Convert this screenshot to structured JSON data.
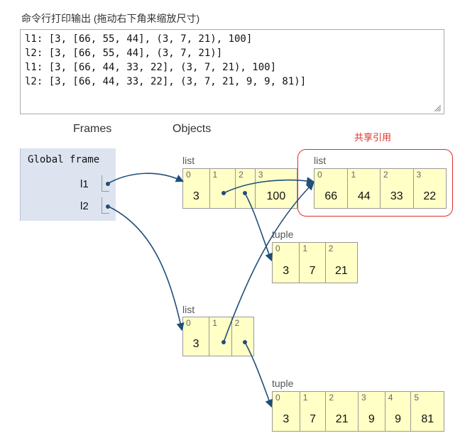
{
  "output": {
    "title": "命令行打印输出 (拖动右下角来缩放尺寸)",
    "lines": [
      "l1: [3, [66, 55, 44], (3, 7, 21), 100]",
      "l2: [3, [66, 55, 44], (3, 7, 21)]",
      "l1: [3, [66, 44, 33, 22], (3, 7, 21), 100]",
      "l2: [3, [66, 44, 33, 22], (3, 7, 21, 9, 9, 81)]"
    ]
  },
  "headers": {
    "frames": "Frames",
    "objects": "Objects"
  },
  "global_frame": {
    "title": "Global frame",
    "vars": [
      {
        "name": "l1"
      },
      {
        "name": "l2"
      }
    ]
  },
  "shared_note": "共享引用",
  "objects": {
    "list_l1": {
      "label": "list",
      "cells": [
        {
          "idx": "0",
          "val": "3"
        },
        {
          "idx": "1",
          "val": ""
        },
        {
          "idx": "2",
          "val": ""
        },
        {
          "idx": "3",
          "val": "100"
        }
      ]
    },
    "shared_list": {
      "label": "list",
      "cells": [
        {
          "idx": "0",
          "val": "66"
        },
        {
          "idx": "1",
          "val": "44"
        },
        {
          "idx": "2",
          "val": "33"
        },
        {
          "idx": "3",
          "val": "22"
        }
      ]
    },
    "tuple_small": {
      "label": "tuple",
      "cells": [
        {
          "idx": "0",
          "val": "3"
        },
        {
          "idx": "1",
          "val": "7"
        },
        {
          "idx": "2",
          "val": "21"
        }
      ]
    },
    "list_l2": {
      "label": "list",
      "cells": [
        {
          "idx": "0",
          "val": "3"
        },
        {
          "idx": "1",
          "val": ""
        },
        {
          "idx": "2",
          "val": ""
        }
      ]
    },
    "tuple_big": {
      "label": "tuple",
      "cells": [
        {
          "idx": "0",
          "val": "3"
        },
        {
          "idx": "1",
          "val": "7"
        },
        {
          "idx": "2",
          "val": "21"
        },
        {
          "idx": "3",
          "val": "9"
        },
        {
          "idx": "4",
          "val": "9"
        },
        {
          "idx": "5",
          "val": "81"
        }
      ]
    }
  },
  "colors": {
    "arrow": "#1f4e79",
    "cell_bg": "#ffffc6",
    "frame_bg": "#dde4f0",
    "highlight": "#d93025"
  }
}
